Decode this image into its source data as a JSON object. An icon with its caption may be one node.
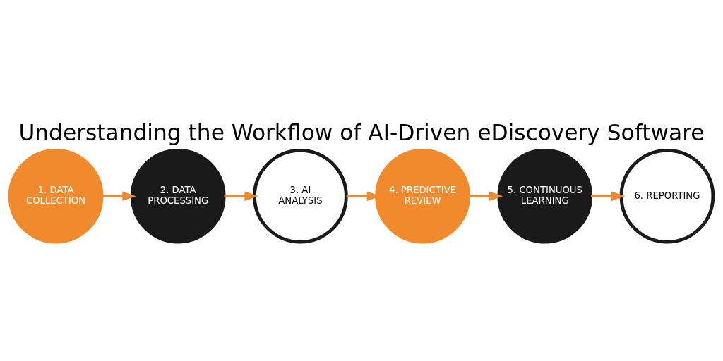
{
  "diagram": {
    "title": "Understanding the Workflow of AI-Driven eDiscovery Software",
    "nodes": [
      {
        "text": [
          "1. DATA COLLECTION"
        ]
      },
      {
        "text": [
          "2. DATA PROCESSING"
        ]
      },
      {
        "text": [
          "3. AI ANALYSIS"
        ]
      },
      {
        "text": [
          "4. PREDICTIVE REVIEW"
        ]
      },
      {
        "text": [
          "5. CONTINUOUS LEARNING"
        ]
      },
      {
        "text": [
          "6. REPORTING"
        ]
      }
    ],
    "edges": [
      {
        "from": 0,
        "to": 1,
        "arrow": "to"
      },
      {
        "from": 1,
        "to": 2,
        "arrow": "to"
      },
      {
        "from": 2,
        "to": 3,
        "arrow": "to"
      },
      {
        "from": 3,
        "to": 4,
        "arrow": "to"
      },
      {
        "from": 4,
        "to": 5,
        "arrow": "to"
      }
    ]
  }
}
